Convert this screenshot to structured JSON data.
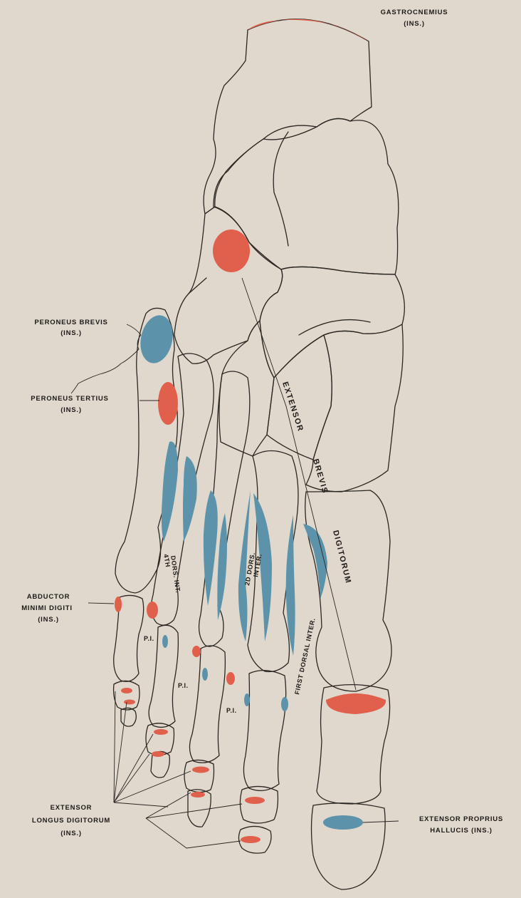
{
  "colors": {
    "paper": "#e0d8cc",
    "outline": "#2a2622",
    "insertion_red": "#e0604c",
    "origin_blue": "#5c93ab",
    "text": "#1c1a18"
  },
  "labels": {
    "gastrocnemius": {
      "line1": "GASTROCNEMIUS",
      "line2": "(INS.)"
    },
    "peroneus_brevis": {
      "line1": "PERONEUS BREVIS",
      "line2": "(INS.)"
    },
    "peroneus_tertius": {
      "line1": "PERONEUS TERTIUS",
      "line2": "(INS.)"
    },
    "abductor_minimi_digiti": {
      "line1": "ABDUCTOR",
      "line2": "MINIMI DIGITI",
      "line3": "(INS.)"
    },
    "extensor_longus_digitorum": {
      "line1": "EXTENSOR",
      "line2": "LONGUS DIGITORUM",
      "line3": "(INS.)"
    },
    "extensor_proprius_hallucis": {
      "line1": "EXTENSOR PROPRIUS",
      "line2": "HALLUCIS (INS.)"
    },
    "extensor_brevis_digitorum": {
      "word1": "EXTENSOR",
      "word2": "BREVIS",
      "word3": "DIGITORUM"
    },
    "fourth_dorsal_interosseous": {
      "line1": "4TH",
      "line2": "DORS. INT."
    },
    "second_dorsal_interosseous": {
      "line1": "2D DORS.",
      "line2": "INTER."
    },
    "first_dorsal_interosseous": {
      "text": "FIRST DORSAL INTER."
    },
    "plantar_interosseous": [
      "P.I.",
      "P.I.",
      "P.I."
    ]
  }
}
